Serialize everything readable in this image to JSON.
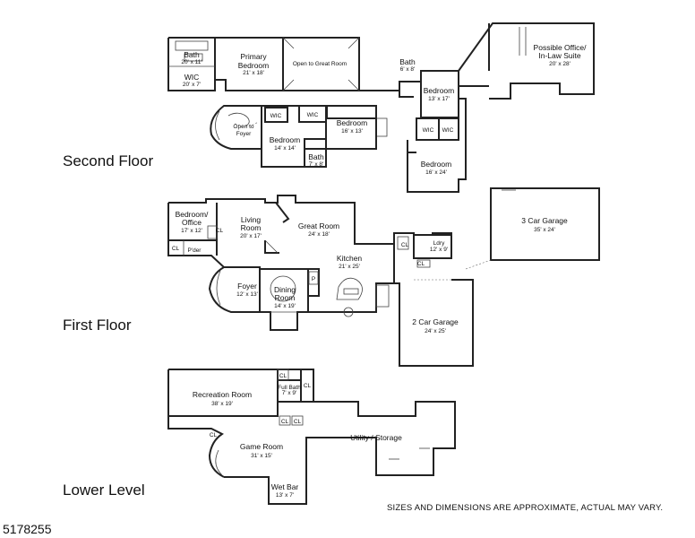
{
  "floors": {
    "second": {
      "label": "Second Floor",
      "rooms": {
        "bath_primary": {
          "name": "Bath",
          "dims": "20' x 11'"
        },
        "wic_primary": {
          "name": "WIC",
          "dims": "20' x 7'"
        },
        "primary_bedroom": {
          "name1": "Primary",
          "name2": "Bedroom",
          "dims": "21' x 18'"
        },
        "open_great": {
          "name": "Open to Great Room"
        },
        "open_foyer": {
          "name1": "Open to",
          "name2": "Foyer"
        },
        "wic_a": {
          "name": "WIC"
        },
        "wic_b": {
          "name": "WIC"
        },
        "bedroom_14": {
          "name": "Bedroom",
          "dims": "14' x 14'"
        },
        "bedroom_16": {
          "name": "Bedroom",
          "dims": "16' x 13'"
        },
        "bath_7": {
          "name": "Bath",
          "dims": "7' x 8'"
        },
        "bath_6": {
          "name": "Bath",
          "dims": "6' x 8'"
        },
        "bedroom_13": {
          "name": "Bedroom",
          "dims": "13' x 17'"
        },
        "wic_c": {
          "name": "WIC"
        },
        "wic_d": {
          "name": "WIC"
        },
        "bedroom_24": {
          "name": "Bedroom",
          "dims": "16' x 24'"
        },
        "office": {
          "name1": "Possible Office/",
          "name2": "In-Law Suite",
          "dims": "20' x 28'"
        }
      }
    },
    "first": {
      "label": "First Floor",
      "rooms": {
        "bed_office": {
          "name1": "Bedroom/",
          "name2": "Office",
          "dims": "17' x 12'"
        },
        "living": {
          "name1": "Living",
          "name2": "Room",
          "dims": "20' x 17'"
        },
        "great": {
          "name": "Great Room",
          "dims": "24' x 18'"
        },
        "kitchen": {
          "name": "Kitchen",
          "dims": "21' x 25'"
        },
        "foyer": {
          "name": "Foyer",
          "dims": "12' x 13'"
        },
        "dining": {
          "name1": "Dining",
          "name2": "Room",
          "dims": "14' x 19'"
        },
        "laundry": {
          "name": "Ldry",
          "dims": "12' x 9'"
        },
        "garage3": {
          "name": "3 Car Garage",
          "dims": "35' x 24'"
        },
        "garage2": {
          "name": "2 Car Garage",
          "dims": "24' x 25'"
        },
        "cl1": "CL",
        "cl2": "CL",
        "cl3": "CL",
        "cl4": "CL",
        "pdr": "P'der",
        "pantry": "P"
      }
    },
    "lower": {
      "label": "Lower Level",
      "rooms": {
        "recreation": {
          "name": "Recreation Room",
          "dims": "38' x 19'"
        },
        "full_bath": {
          "name": "Full Bath",
          "dims": "7' x 9'"
        },
        "game": {
          "name": "Game Room",
          "dims": "31' x 15'"
        },
        "utility": {
          "name": "Utility / Storage"
        },
        "wet_bar": {
          "name": "Wet Bar",
          "dims": "13' x 7'"
        },
        "cl1": "CL",
        "cl2": "CL",
        "cl3": "CL",
        "cl4": "CL",
        "cl5": "CL"
      }
    }
  },
  "disclaimer": "SIZES AND DIMENSIONS ARE APPROXIMATE, ACTUAL MAY VARY.",
  "listing_id": "5178255"
}
